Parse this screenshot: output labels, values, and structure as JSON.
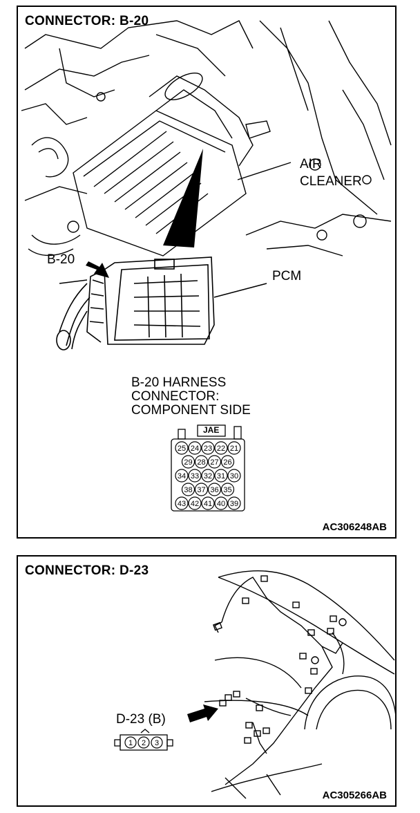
{
  "panels": [
    {
      "title": "CONNECTOR: B-20",
      "labels": {
        "air_cleaner_line1": "AIR",
        "air_cleaner_line2": "CLEANER",
        "pcm": "PCM",
        "b20": "B-20",
        "harness_line1": "B-20 HARNESS",
        "harness_line2": "CONNECTOR:",
        "harness_line3": "COMPONENT SIDE",
        "jae": "JAE"
      },
      "pin_rows": [
        [
          "25",
          "24",
          "23",
          "22",
          "21"
        ],
        [
          "29",
          "28",
          "27",
          "26"
        ],
        [
          "34",
          "33",
          "32",
          "31",
          "30"
        ],
        [
          "38",
          "37",
          "36",
          "35"
        ],
        [
          "43",
          "42",
          "41",
          "40",
          "39"
        ]
      ],
      "code": "AC306248AB"
    },
    {
      "title": "CONNECTOR: D-23",
      "labels": {
        "d23": "D-23 (B)"
      },
      "pins": [
        "1",
        "2",
        "3"
      ],
      "code": "AC305266AB"
    }
  ]
}
